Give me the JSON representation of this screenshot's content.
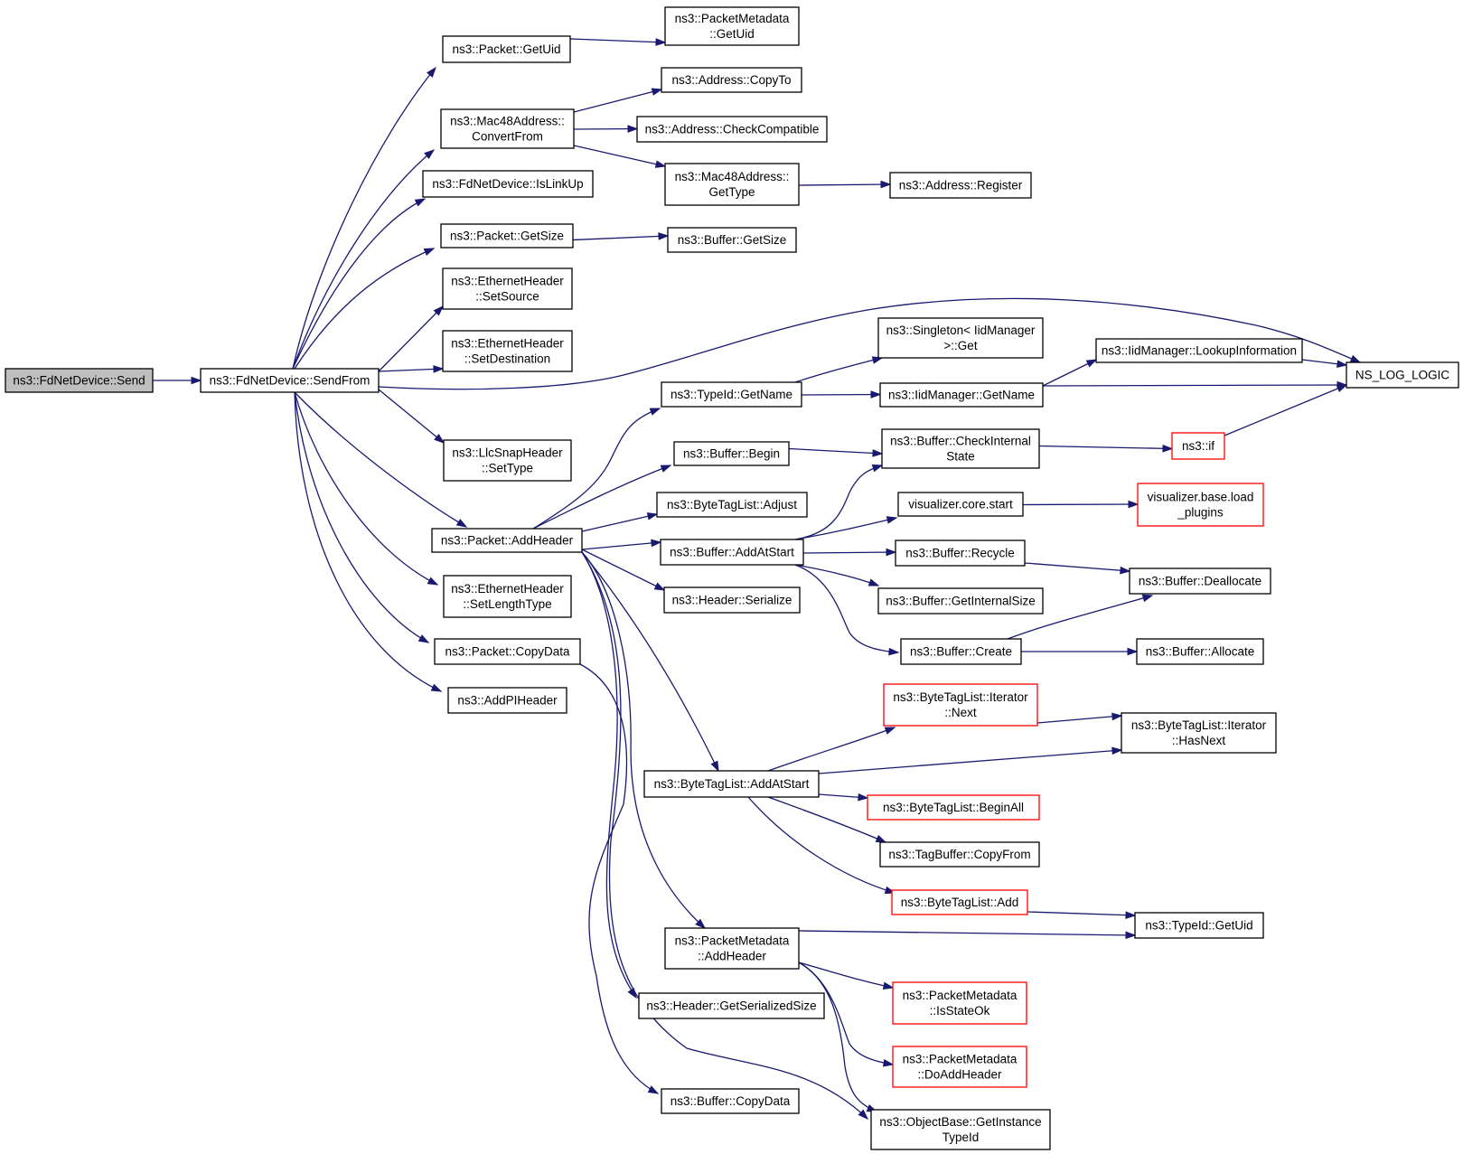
{
  "nodes": [
    {
      "id": "send",
      "lines": [
        "ns3::FdNetDevice::Send"
      ],
      "style": "root"
    },
    {
      "id": "sendfrom",
      "lines": [
        "ns3::FdNetDevice::SendFrom"
      ]
    },
    {
      "id": "pkt_getuid",
      "lines": [
        "ns3::Packet::GetUid"
      ]
    },
    {
      "id": "mac48_convertfrom",
      "lines": [
        "ns3::Mac48Address::",
        "ConvertFrom"
      ]
    },
    {
      "id": "islinkup",
      "lines": [
        "ns3::FdNetDevice::IsLinkUp"
      ]
    },
    {
      "id": "pkt_getsize",
      "lines": [
        "ns3::Packet::GetSize"
      ]
    },
    {
      "id": "eth_setsource",
      "lines": [
        "ns3::EthernetHeader",
        "::SetSource"
      ]
    },
    {
      "id": "eth_setdest",
      "lines": [
        "ns3::EthernetHeader",
        "::SetDestination"
      ]
    },
    {
      "id": "llc_settype",
      "lines": [
        "ns3::LlcSnapHeader",
        "::SetType"
      ]
    },
    {
      "id": "pkt_addheader",
      "lines": [
        "ns3::Packet::AddHeader"
      ]
    },
    {
      "id": "eth_setlentype",
      "lines": [
        "ns3::EthernetHeader",
        "::SetLengthType"
      ]
    },
    {
      "id": "pkt_copydata",
      "lines": [
        "ns3::Packet::CopyData"
      ]
    },
    {
      "id": "addpiheader",
      "lines": [
        "ns3::AddPIHeader"
      ]
    },
    {
      "id": "pm_getuid",
      "lines": [
        "ns3::PacketMetadata",
        "::GetUid"
      ]
    },
    {
      "id": "addr_copyto",
      "lines": [
        "ns3::Address::CopyTo"
      ]
    },
    {
      "id": "addr_checkcompat",
      "lines": [
        "ns3::Address::CheckCompatible"
      ]
    },
    {
      "id": "mac48_gettype",
      "lines": [
        "ns3::Mac48Address::",
        "GetType"
      ]
    },
    {
      "id": "addr_register",
      "lines": [
        "ns3::Address::Register"
      ]
    },
    {
      "id": "buf_getsize",
      "lines": [
        "ns3::Buffer::GetSize"
      ]
    },
    {
      "id": "ns_log_logic",
      "lines": [
        "NS_LOG_LOGIC"
      ]
    },
    {
      "id": "singleton_get",
      "lines": [
        "ns3::Singleton< IidManager",
        ">::Get"
      ]
    },
    {
      "id": "iid_lookup",
      "lines": [
        "ns3::IidManager::LookupInformation"
      ]
    },
    {
      "id": "typeid_getname",
      "lines": [
        "ns3::TypeId::GetName"
      ]
    },
    {
      "id": "iid_getname",
      "lines": [
        "ns3::IidManager::GetName"
      ]
    },
    {
      "id": "buf_begin",
      "lines": [
        "ns3::Buffer::Begin"
      ]
    },
    {
      "id": "buf_checkinternal",
      "lines": [
        "ns3::Buffer::CheckInternal",
        "State"
      ]
    },
    {
      "id": "ns3_if",
      "lines": [
        "ns3::if"
      ],
      "style": "red"
    },
    {
      "id": "btl_adjust",
      "lines": [
        "ns3::ByteTagList::Adjust"
      ]
    },
    {
      "id": "vis_core_start",
      "lines": [
        "visualizer.core.start"
      ]
    },
    {
      "id": "vis_base_load",
      "lines": [
        "visualizer.base.load",
        "_plugins"
      ],
      "style": "red"
    },
    {
      "id": "buf_addatstart",
      "lines": [
        "ns3::Buffer::AddAtStart"
      ]
    },
    {
      "id": "buf_recycle",
      "lines": [
        "ns3::Buffer::Recycle"
      ]
    },
    {
      "id": "buf_deallocate",
      "lines": [
        "ns3::Buffer::Deallocate"
      ]
    },
    {
      "id": "hdr_serialize",
      "lines": [
        "ns3::Header::Serialize"
      ]
    },
    {
      "id": "buf_getinternalsize",
      "lines": [
        "ns3::Buffer::GetInternalSize"
      ]
    },
    {
      "id": "buf_create",
      "lines": [
        "ns3::Buffer::Create"
      ]
    },
    {
      "id": "buf_allocate",
      "lines": [
        "ns3::Buffer::Allocate"
      ]
    },
    {
      "id": "btl_iter_next",
      "lines": [
        "ns3::ByteTagList::Iterator",
        "::Next"
      ],
      "style": "red"
    },
    {
      "id": "btl_iter_hasnext",
      "lines": [
        "ns3::ByteTagList::Iterator",
        "::HasNext"
      ]
    },
    {
      "id": "btl_addatstart",
      "lines": [
        "ns3::ByteTagList::AddAtStart"
      ]
    },
    {
      "id": "btl_beginall",
      "lines": [
        "ns3::ByteTagList::BeginAll"
      ],
      "style": "red"
    },
    {
      "id": "tagbuf_copyfrom",
      "lines": [
        "ns3::TagBuffer::CopyFrom"
      ]
    },
    {
      "id": "btl_add",
      "lines": [
        "ns3::ByteTagList::Add"
      ],
      "style": "red"
    },
    {
      "id": "typeid_getuid",
      "lines": [
        "ns3::TypeId::GetUid"
      ]
    },
    {
      "id": "pm_addheader",
      "lines": [
        "ns3::PacketMetadata",
        "::AddHeader"
      ]
    },
    {
      "id": "hdr_getserializedsize",
      "lines": [
        "ns3::Header::GetSerializedSize"
      ]
    },
    {
      "id": "pm_isstateok",
      "lines": [
        "ns3::PacketMetadata",
        "::IsStateOk"
      ],
      "style": "red"
    },
    {
      "id": "pm_doaddheader",
      "lines": [
        "ns3::PacketMetadata",
        "::DoAddHeader"
      ],
      "style": "red"
    },
    {
      "id": "buf_copydata",
      "lines": [
        "ns3::Buffer::CopyData"
      ]
    },
    {
      "id": "objbase_getinstancetypeid",
      "lines": [
        "ns3::ObjectBase::GetInstance",
        "TypeId"
      ]
    }
  ],
  "edges": [
    [
      "send",
      "sendfrom"
    ],
    [
      "sendfrom",
      "pkt_getuid"
    ],
    [
      "sendfrom",
      "mac48_convertfrom"
    ],
    [
      "sendfrom",
      "islinkup"
    ],
    [
      "sendfrom",
      "pkt_getsize"
    ],
    [
      "sendfrom",
      "eth_setsource"
    ],
    [
      "sendfrom",
      "eth_setdest"
    ],
    [
      "sendfrom",
      "ns_log_logic"
    ],
    [
      "sendfrom",
      "llc_settype"
    ],
    [
      "sendfrom",
      "pkt_addheader"
    ],
    [
      "sendfrom",
      "eth_setlentype"
    ],
    [
      "sendfrom",
      "pkt_copydata"
    ],
    [
      "sendfrom",
      "addpiheader"
    ],
    [
      "pkt_getuid",
      "pm_getuid"
    ],
    [
      "mac48_convertfrom",
      "addr_copyto"
    ],
    [
      "mac48_convertfrom",
      "addr_checkcompat"
    ],
    [
      "mac48_convertfrom",
      "mac48_gettype"
    ],
    [
      "mac48_gettype",
      "addr_register"
    ],
    [
      "pkt_getsize",
      "buf_getsize"
    ],
    [
      "pkt_addheader",
      "typeid_getname"
    ],
    [
      "pkt_addheader",
      "buf_begin"
    ],
    [
      "pkt_addheader",
      "btl_adjust"
    ],
    [
      "pkt_addheader",
      "buf_addatstart"
    ],
    [
      "pkt_addheader",
      "hdr_serialize"
    ],
    [
      "pkt_addheader",
      "btl_addatstart"
    ],
    [
      "pkt_addheader",
      "pm_addheader"
    ],
    [
      "pkt_addheader",
      "hdr_getserializedsize"
    ],
    [
      "pkt_addheader",
      "objbase_getinstancetypeid"
    ],
    [
      "pkt_copydata",
      "buf_copydata"
    ],
    [
      "typeid_getname",
      "singleton_get"
    ],
    [
      "typeid_getname",
      "iid_getname"
    ],
    [
      "iid_getname",
      "iid_lookup"
    ],
    [
      "iid_getname",
      "ns_log_logic"
    ],
    [
      "iid_lookup",
      "ns_log_logic"
    ],
    [
      "buf_begin",
      "buf_checkinternal"
    ],
    [
      "buf_checkinternal",
      "ns3_if"
    ],
    [
      "ns3_if",
      "ns_log_logic"
    ],
    [
      "buf_addatstart",
      "buf_checkinternal"
    ],
    [
      "buf_addatstart",
      "vis_core_start"
    ],
    [
      "buf_addatstart",
      "buf_recycle"
    ],
    [
      "buf_addatstart",
      "buf_getinternalsize"
    ],
    [
      "buf_addatstart",
      "buf_create"
    ],
    [
      "vis_core_start",
      "vis_base_load"
    ],
    [
      "buf_recycle",
      "buf_deallocate"
    ],
    [
      "buf_create",
      "buf_deallocate"
    ],
    [
      "buf_create",
      "buf_allocate"
    ],
    [
      "btl_addatstart",
      "btl_iter_next"
    ],
    [
      "btl_addatstart",
      "btl_iter_hasnext"
    ],
    [
      "btl_addatstart",
      "btl_beginall"
    ],
    [
      "btl_addatstart",
      "tagbuf_copyfrom"
    ],
    [
      "btl_addatstart",
      "btl_add"
    ],
    [
      "btl_iter_next",
      "btl_iter_hasnext"
    ],
    [
      "btl_add",
      "typeid_getuid"
    ],
    [
      "pm_addheader",
      "typeid_getuid"
    ],
    [
      "pm_addheader",
      "pm_isstateok"
    ],
    [
      "pm_addheader",
      "pm_doaddheader"
    ],
    [
      "pm_addheader",
      "objbase_getinstancetypeid"
    ]
  ]
}
